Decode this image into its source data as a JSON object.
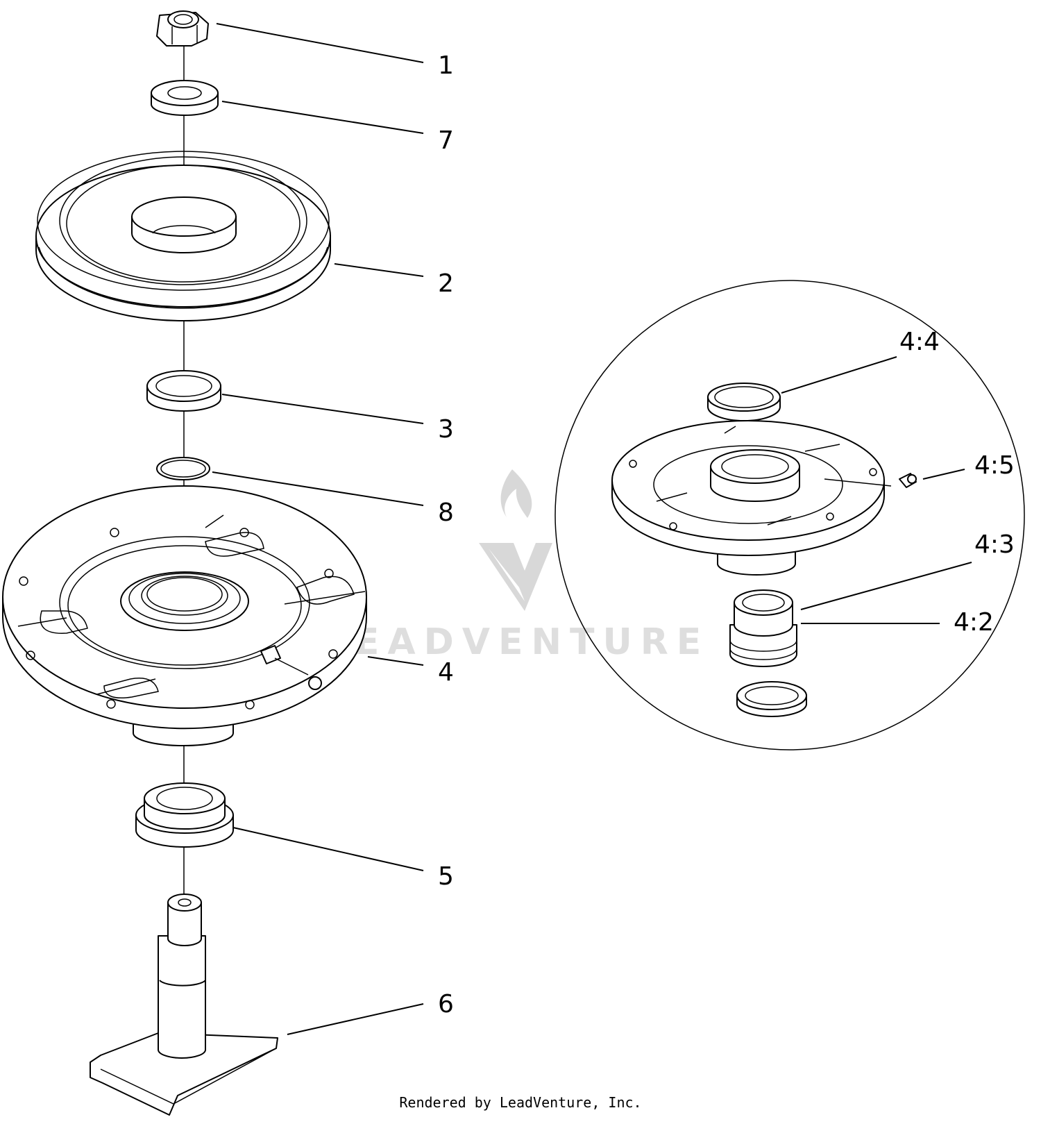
{
  "diagram": {
    "callouts": [
      {
        "id": "c1",
        "label": "1"
      },
      {
        "id": "c7",
        "label": "7"
      },
      {
        "id": "c2",
        "label": "2"
      },
      {
        "id": "c3",
        "label": "3"
      },
      {
        "id": "c8",
        "label": "8"
      },
      {
        "id": "c4",
        "label": "4"
      },
      {
        "id": "c5",
        "label": "5"
      },
      {
        "id": "c6",
        "label": "6"
      },
      {
        "id": "c44",
        "label": "4:4"
      },
      {
        "id": "c45",
        "label": "4:5"
      },
      {
        "id": "c43",
        "label": "4:3"
      },
      {
        "id": "c42",
        "label": "4:2"
      }
    ],
    "watermark": "LEADVENTURE"
  },
  "footer": {
    "text": "Rendered by LeadVenture, Inc."
  }
}
